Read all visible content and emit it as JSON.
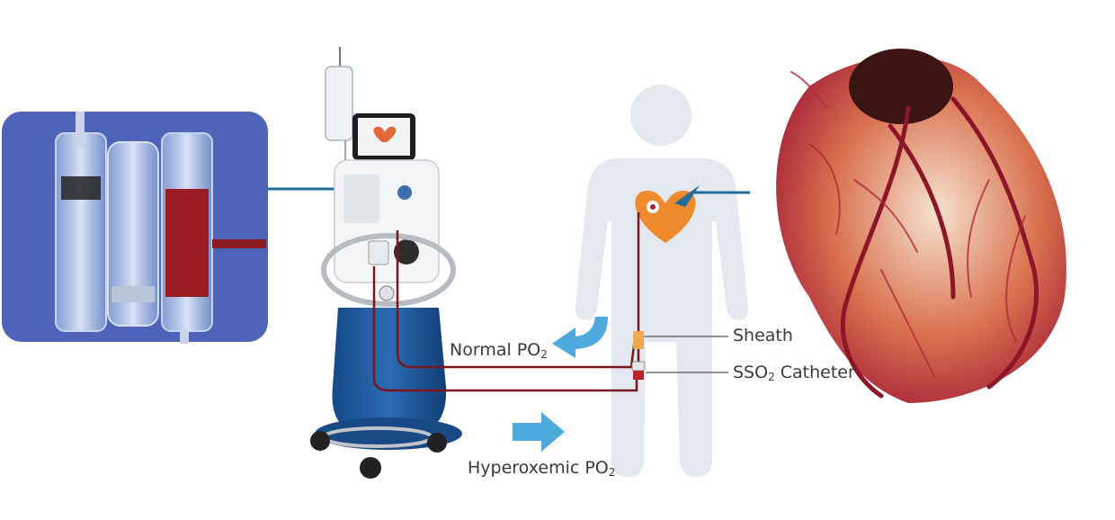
{
  "labels": {
    "sheath": "Sheath",
    "catheter_prefix": "SSO",
    "catheter_sub": "2",
    "catheter_suffix": " Catheter",
    "normal_prefix": "Normal PO",
    "normal_sub": "2",
    "hyper_prefix": "Hyperoxemic PO",
    "hyper_sub": "2"
  },
  "colors": {
    "panel_blue": "#4d64b8",
    "pointer_blue": "#1f6f9c",
    "flow_arrow": "#4ea9dc",
    "blood_line": "#7a1620",
    "body_silhouette": "#e3e9ee",
    "heart_icon": "#f08a2c",
    "cart_blue": "#1e5aa0",
    "heart_tissue": "#a8243a"
  }
}
